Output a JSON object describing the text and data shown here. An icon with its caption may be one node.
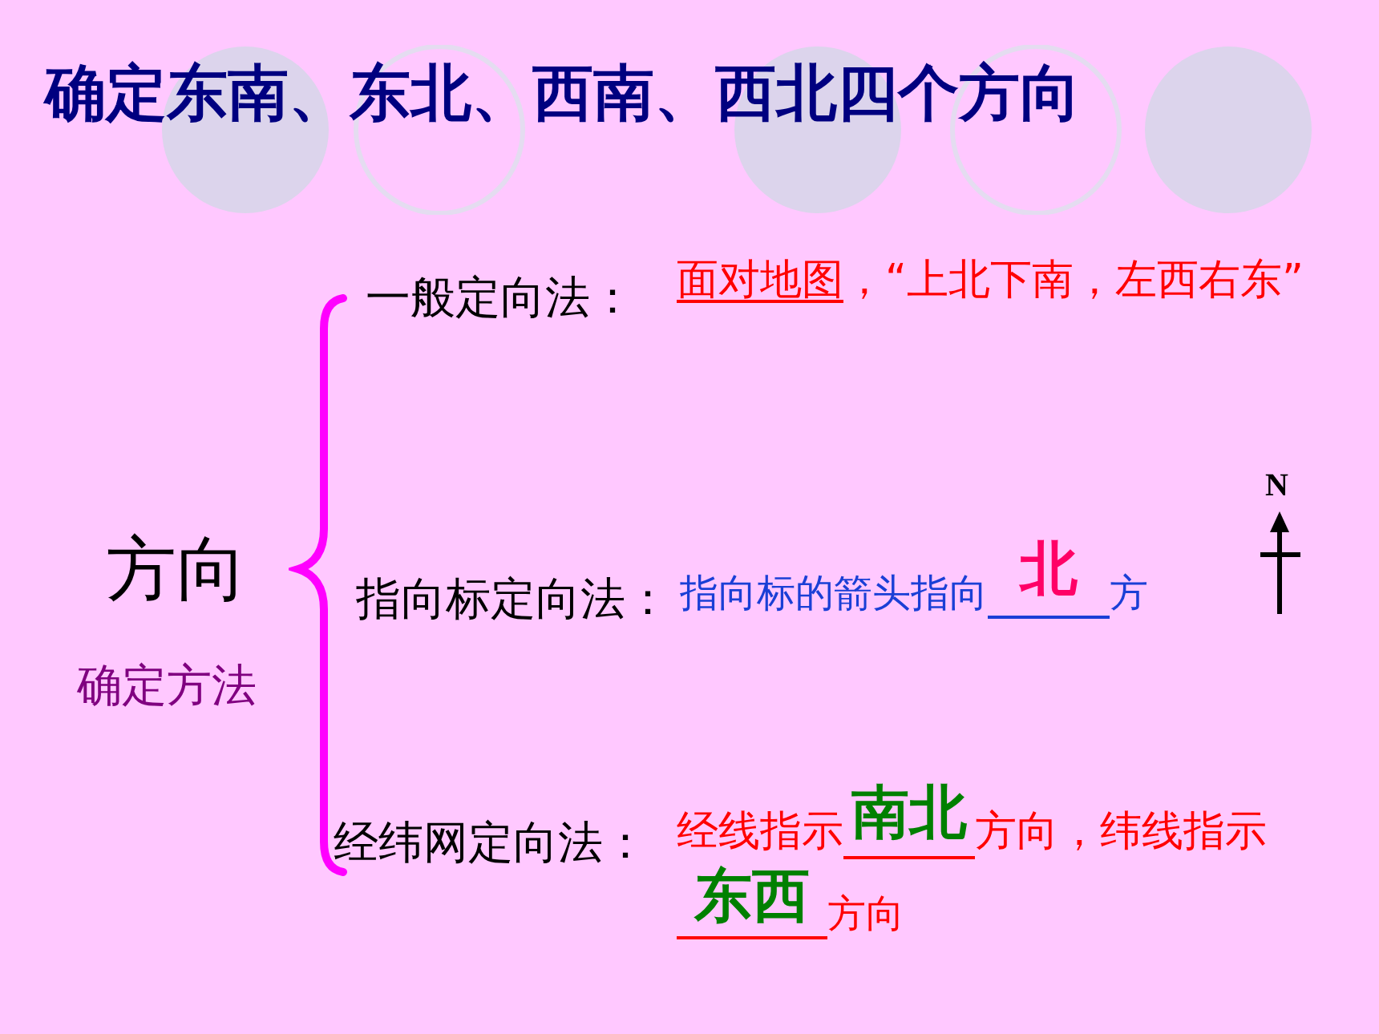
{
  "diagram": {
    "title": "确定东南、东北、西南、西北四个方向",
    "labels": [
      "方向",
      "确定方法",
      "一般定向法：",
      "面对地图",
      "，“上北下南，左西右东”",
      "指向标定向法：",
      "指向标的箭头指向",
      "北",
      "方",
      "N",
      "经纬网定向法：",
      "经线指示",
      "南北",
      "方向，纬线指示",
      "东西",
      "方向"
    ]
  }
}
